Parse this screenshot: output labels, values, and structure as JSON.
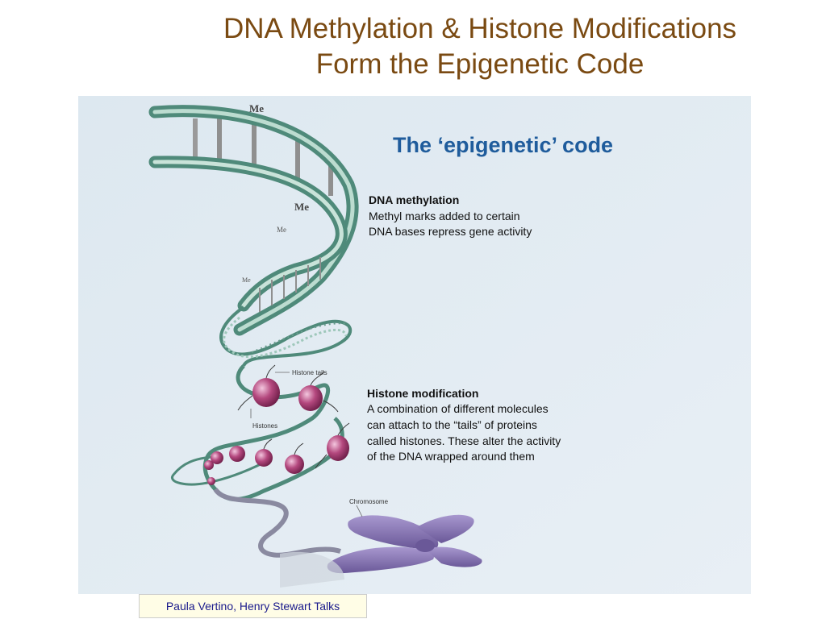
{
  "slide": {
    "title_line1": "DNA Methylation & Histone Modifications",
    "title_line2": "Form the Epigenetic Code",
    "caption": "Paula Vertino, Henry Stewart Talks"
  },
  "figure": {
    "heading": "The ‘epigenetic’ code",
    "dna_methylation": {
      "title": "DNA methylation",
      "line1": "Methyl marks added to certain",
      "line2": "DNA bases repress gene activity"
    },
    "histone_modification": {
      "title": "Histone modification",
      "line1": "A combination of different molecules",
      "line2": "can attach to the “tails” of proteins",
      "line3": "called histones. These alter the activity",
      "line4": "of the DNA wrapped around them"
    },
    "labels": {
      "me": "Me",
      "histone_tails": "Histone tails",
      "histones": "Histones",
      "chromosome": "Chromosome"
    }
  },
  "colors": {
    "title": "#7a4a12",
    "heading": "#1f5c9c",
    "helix": "#4f8a7a",
    "histone": "#8a3060",
    "chromosome": "#7a67a8",
    "caption_text": "#1a1a8c"
  }
}
